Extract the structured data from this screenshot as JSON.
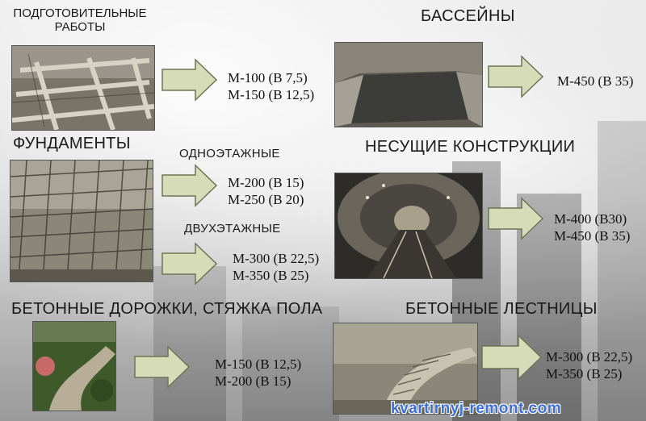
{
  "sections": {
    "preparatory": {
      "title_line1": "ПОДГОТОВИТЕЛЬНЫЕ",
      "title_line2": "РАБОТЫ",
      "grade1": "М-100 (В 7,5)",
      "grade2": "М-150 (В 12,5)"
    },
    "pools": {
      "title": "БАССЕЙНЫ",
      "grade1": "М-450 (В 35)"
    },
    "foundations": {
      "title": "ФУНДАМЕНТЫ"
    },
    "one_storey": {
      "title": "ОДНОЭТАЖНЫЕ",
      "grade1": "М-200 (В 15)",
      "grade2": "М-250 (В 20)"
    },
    "two_storey": {
      "title": "ДВУХЭТАЖНЫЕ",
      "grade1": "М-300 (В 22,5)",
      "grade2": "М-350 (В 25)"
    },
    "load_bearing": {
      "title": "НЕСУЩИЕ КОНСТРУКЦИИ",
      "grade1": "М-400 (В30)",
      "grade2": "М-450 (В 35)"
    },
    "paths": {
      "title": "БЕТОННЫЕ ДОРОЖКИ, СТЯЖКА ПОЛА",
      "grade1": "М-150 (В 12,5)",
      "grade2": "М-200 (В 15)"
    },
    "stairs": {
      "title": "БЕТОННЫЕ ЛЕСТНИЦЫ",
      "grade1": "М-300 (В 22,5)",
      "grade2": "М-350 (В 25)"
    }
  },
  "watermark": "kvartirnyj-remont.com",
  "colors": {
    "arrow_fill": "#d6dcb8",
    "arrow_stroke": "#6e7452",
    "watermark": "#3a6fd8"
  }
}
